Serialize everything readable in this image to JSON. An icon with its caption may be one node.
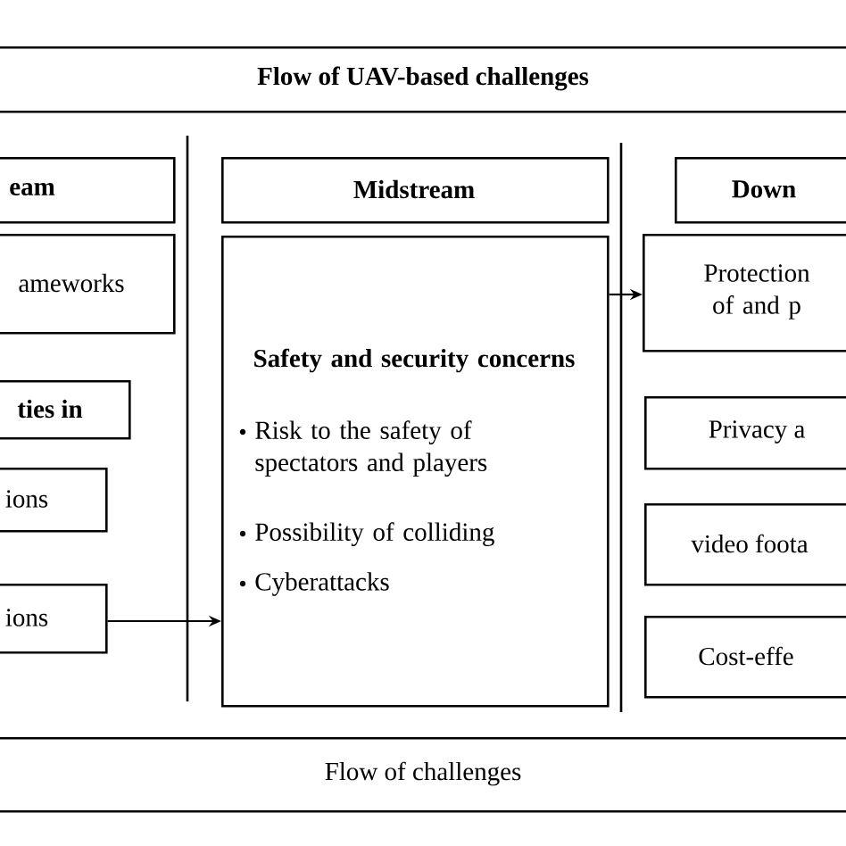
{
  "diagram": {
    "nodes": [
      {
        "text": [
          "Flow of UAV-based challenges"
        ]
      },
      {
        "text": [
          "eam"
        ]
      },
      {
        "text": [
          "ameworks"
        ]
      },
      {
        "text": [
          "ties in"
        ]
      },
      {
        "text": [
          "ions"
        ]
      },
      {
        "text": [
          "ions"
        ]
      },
      {
        "text": [
          "Midstream"
        ]
      },
      {
        "text": [
          "Safety and security concerns",
          "Risk to the safety of spectators and players",
          "Possibility of colliding",
          "Cyberattacks"
        ]
      },
      {
        "text": [
          "Down"
        ]
      },
      {
        "text": [
          "Protection of and p"
        ]
      },
      {
        "text": [
          "Privacy a"
        ]
      },
      {
        "text": [
          "video foota"
        ]
      },
      {
        "text": [
          "Cost-effe"
        ]
      },
      {
        "text": [
          "Flow of challenges"
        ]
      }
    ],
    "edges": [
      {
        "from": 5,
        "to": 7,
        "arrow": "to"
      },
      {
        "from": 7,
        "to": 9,
        "arrow": "to"
      }
    ]
  }
}
